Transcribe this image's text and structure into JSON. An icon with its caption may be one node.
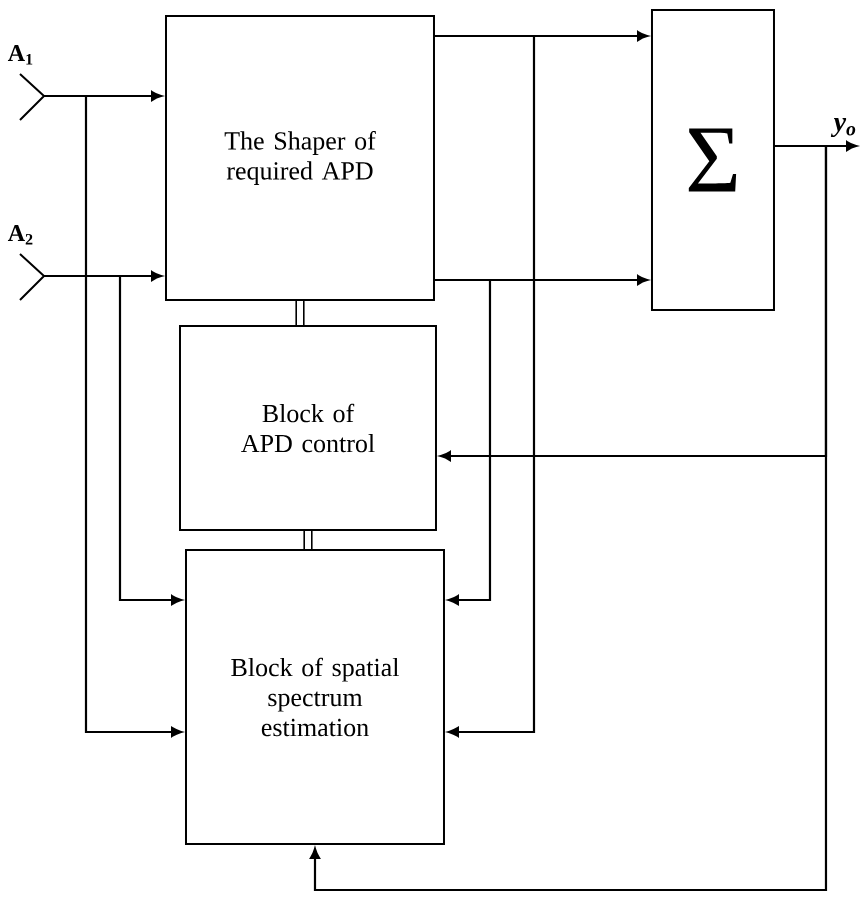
{
  "diagram": {
    "nodes": [
      {
        "text": [
          "A$_{1}$"
        ]
      },
      {
        "text": [
          "A$_{2}$"
        ]
      },
      {
        "text": [
          "The Shaper of required APD"
        ]
      },
      {
        "text": [
          "Σ"
        ]
      },
      {
        "text": [
          "Block of APD control"
        ]
      },
      {
        "text": [
          "Block of spatial spectrum estimation"
        ]
      },
      {
        "text": [
          "y$_{o}$"
        ]
      }
    ],
    "edges": [
      {
        "from": 0,
        "to": 2,
        "arrow": "to"
      },
      {
        "from": 0,
        "to": 5,
        "arrow": "to"
      },
      {
        "from": 1,
        "to": 2,
        "arrow": "to"
      },
      {
        "from": 1,
        "to": 5,
        "arrow": "to"
      },
      {
        "from": 2,
        "to": 3,
        "arrow": "to"
      },
      {
        "from": 2,
        "to": 3,
        "arrow": "to"
      },
      {
        "from": 2,
        "to": 5,
        "arrow": "to"
      },
      {
        "from": 2,
        "to": 5,
        "arrow": "to"
      },
      {
        "from": 3,
        "to": 6,
        "arrow": "to"
      },
      {
        "from": 3,
        "to": 4,
        "arrow": "to"
      },
      {
        "from": 3,
        "to": 5,
        "arrow": "to"
      },
      {
        "from": 2,
        "to": 4,
        "arrow": "none",
        "style": "thick"
      },
      {
        "from": 4,
        "to": 5,
        "arrow": "none",
        "style": "thick"
      }
    ]
  }
}
